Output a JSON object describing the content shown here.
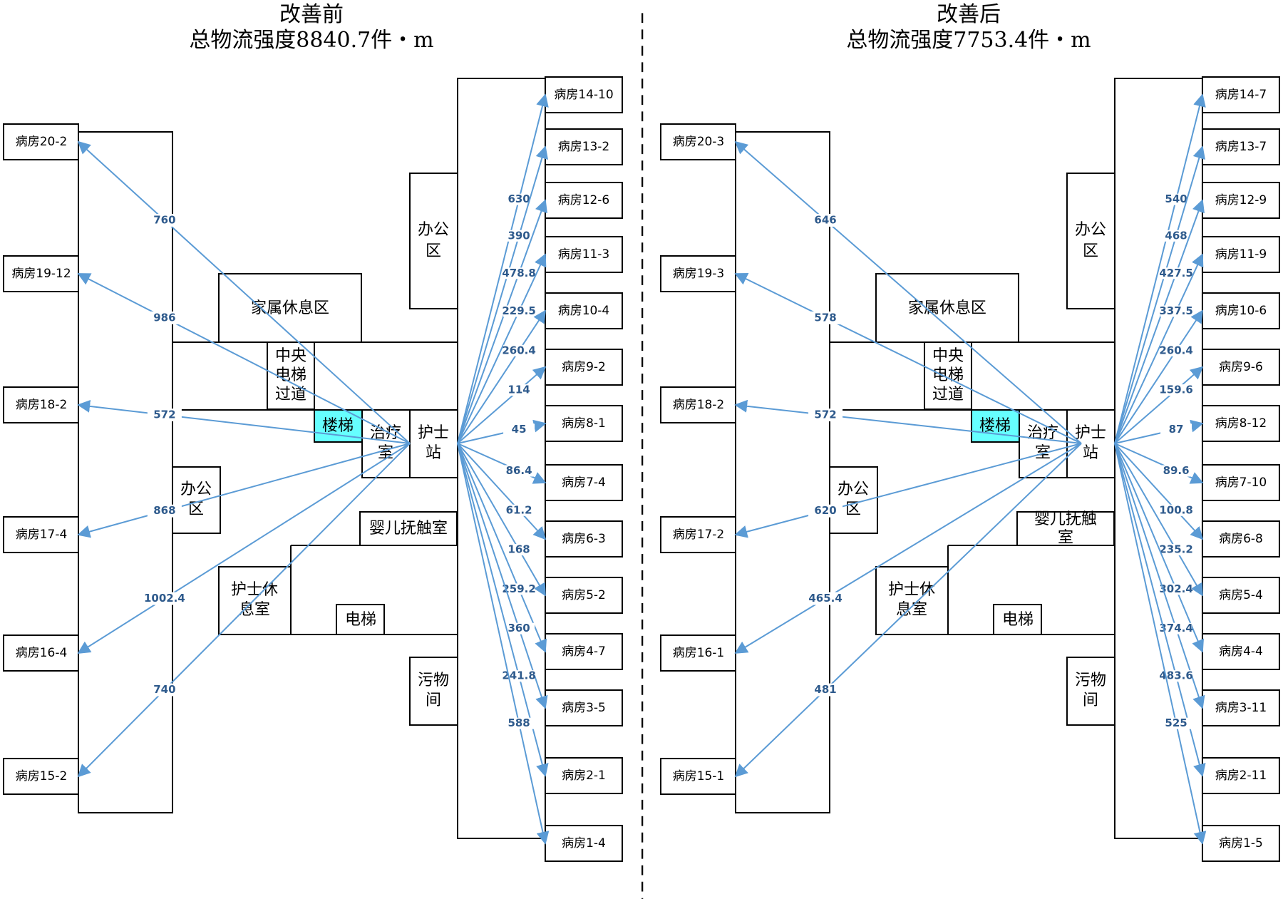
{
  "colors": {
    "flow": "#5b9bd5",
    "flow_text": "#2e5a8c",
    "stair": "#66ffff"
  },
  "panels": [
    {
      "id": "before",
      "title": "改善前",
      "subtitle": "总物流强度8840.7件・m",
      "areas": {
        "family": "家属休息区",
        "office_top": "办公区",
        "central_elevator": "中央电梯过道",
        "stairs": "楼梯",
        "treatment": "治疗室",
        "nurse_station": "护士站",
        "office_left": "办公区",
        "baby_touch": "婴儿抚触室",
        "nurse_rest": "护士休息室",
        "elevator": "电梯",
        "dirty": "污物间"
      },
      "left_rooms": [
        {
          "room": "病房20-2",
          "flow": "760"
        },
        {
          "room": "病房19-12",
          "flow": "986"
        },
        {
          "room": "病房18-2",
          "flow": "572"
        },
        {
          "room": "病房17-4",
          "flow": "868"
        },
        {
          "room": "病房16-4",
          "flow": "1002.4"
        },
        {
          "room": "病房15-2",
          "flow": "740"
        }
      ],
      "right_rooms": [
        {
          "room": "病房14-10",
          "flow": "630"
        },
        {
          "room": "病房13-2",
          "flow": "390"
        },
        {
          "room": "病房12-6",
          "flow": "478.8"
        },
        {
          "room": "病房11-3",
          "flow": "229.5"
        },
        {
          "room": "病房10-4",
          "flow": "260.4"
        },
        {
          "room": "病房9-2",
          "flow": "114"
        },
        {
          "room": "病房8-1",
          "flow": "45"
        },
        {
          "room": "病房7-4",
          "flow": "86.4"
        },
        {
          "room": "病房6-3",
          "flow": "61.2"
        },
        {
          "room": "病房5-2",
          "flow": "168"
        },
        {
          "room": "病房4-7",
          "flow": "259.2"
        },
        {
          "room": "病房3-5",
          "flow": "360"
        },
        {
          "room": "病房2-1",
          "flow": "241.8"
        },
        {
          "room": "病房1-4",
          "flow": "588"
        }
      ]
    },
    {
      "id": "after",
      "title": "改善后",
      "subtitle": "总物流强度7753.4件・m",
      "areas": {
        "family": "家属休息区",
        "office_top": "办公区",
        "central_elevator": "中央电梯过道",
        "stairs": "楼梯",
        "treatment": "治疗室",
        "nurse_station": "护士站",
        "office_left": "办公区",
        "baby_touch": "婴儿抚触室",
        "nurse_rest": "护士休息室",
        "elevator": "电梯",
        "dirty": "污物间"
      },
      "left_rooms": [
        {
          "room": "病房20-3",
          "flow": "646"
        },
        {
          "room": "病房19-3",
          "flow": "578"
        },
        {
          "room": "病房18-2",
          "flow": "572"
        },
        {
          "room": "病房17-2",
          "flow": "620"
        },
        {
          "room": "病房16-1",
          "flow": "465.4"
        },
        {
          "room": "病房15-1",
          "flow": "481"
        }
      ],
      "right_rooms": [
        {
          "room": "病房14-7",
          "flow": "540"
        },
        {
          "room": "病房13-7",
          "flow": "468"
        },
        {
          "room": "病房12-9",
          "flow": "427.5"
        },
        {
          "room": "病房11-9",
          "flow": "337.5"
        },
        {
          "room": "病房10-6",
          "flow": "260.4"
        },
        {
          "room": "病房9-6",
          "flow": "159.6"
        },
        {
          "room": "病房8-12",
          "flow": "87"
        },
        {
          "room": "病房7-10",
          "flow": "89.6"
        },
        {
          "room": "病房6-8",
          "flow": "100.8"
        },
        {
          "room": "病房5-4",
          "flow": "235.2"
        },
        {
          "room": "病房4-4",
          "flow": "302.4"
        },
        {
          "room": "病房3-11",
          "flow": "374.4"
        },
        {
          "room": "病房2-11",
          "flow": "483.6"
        },
        {
          "room": "病房1-5",
          "flow": "525"
        }
      ]
    }
  ]
}
